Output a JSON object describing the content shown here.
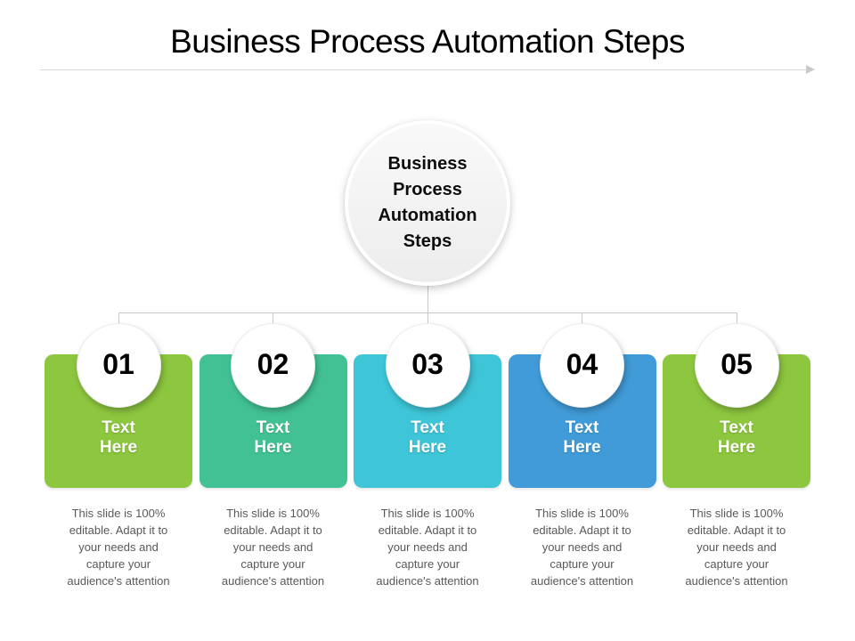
{
  "slide": {
    "title": "Business Process Automation Steps"
  },
  "center_circle": {
    "label": "Business Process Automation Steps"
  },
  "steps": [
    {
      "number": "01",
      "label": "Text\nHere",
      "description": "This slide is 100%\neditable. Adapt it to\nyour needs and\ncapture your\naudience's attention",
      "color": "#8dc63f"
    },
    {
      "number": "02",
      "label": "Text\nHere",
      "description": "This slide is 100%\neditable. Adapt it to\nyour needs and\ncapture your\naudience's attention",
      "color": "#42c294"
    },
    {
      "number": "03",
      "label": "Text\nHere",
      "description": "This slide is 100%\neditable. Adapt it to\nyour needs and\ncapture your\naudience's attention",
      "color": "#3ec5d7"
    },
    {
      "number": "04",
      "label": "Text\nHere",
      "description": "This slide is 100%\neditable. Adapt it to\nyour needs and\ncapture your\naudience's attention",
      "color": "#419bd8"
    },
    {
      "number": "05",
      "label": "Text\nHere",
      "description": "This slide is 100%\neditable. Adapt it to\nyour needs and\ncapture your\naudience's attention",
      "color": "#8dc63f"
    }
  ],
  "colors": {
    "connector_line": "#c8c8c8",
    "title_rule": "#d9d9d9",
    "description_text": "#595959"
  }
}
